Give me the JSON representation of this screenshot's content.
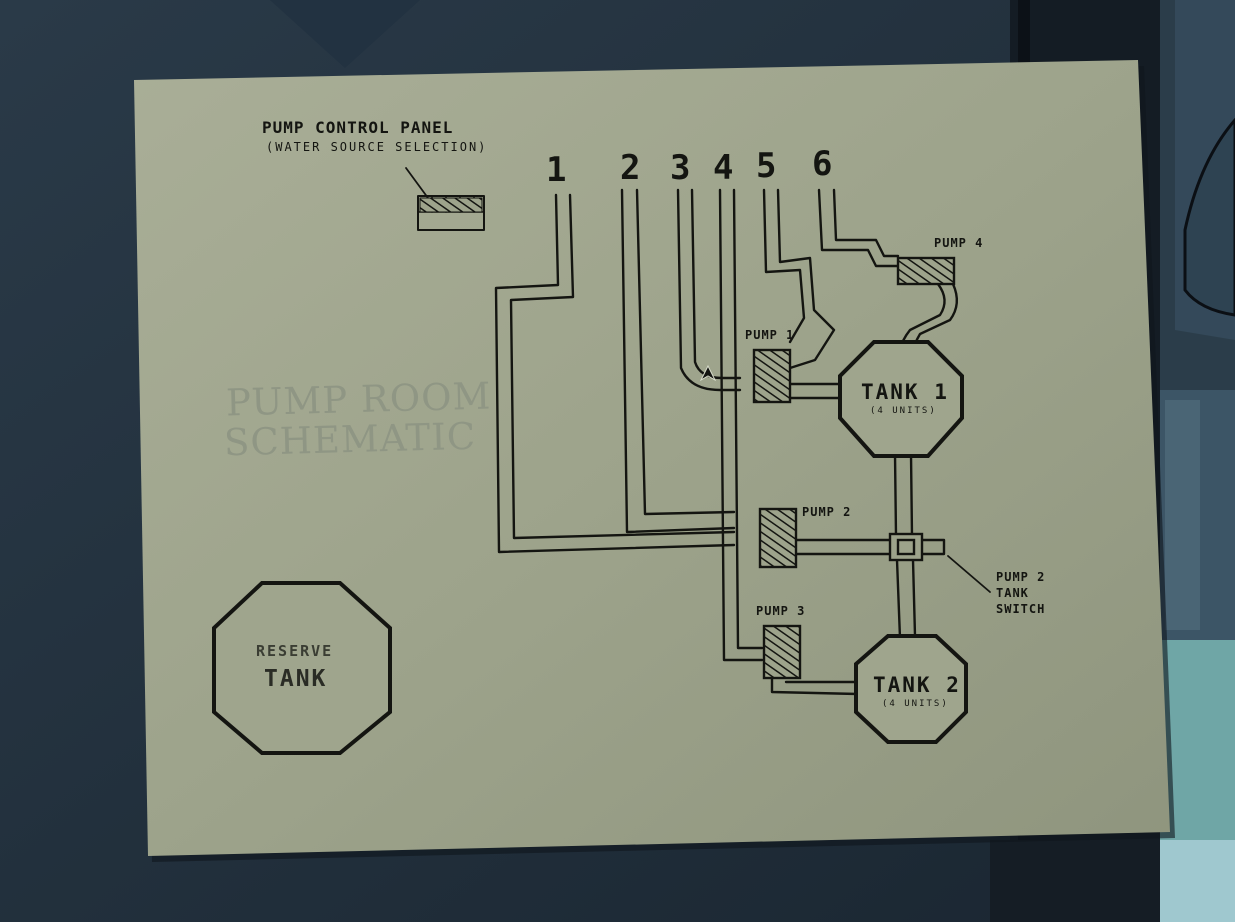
{
  "panel": {
    "title": "PUMP CONTROL PANEL",
    "subtitle": "(WATER SOURCE SELECTION)"
  },
  "schematic_title": {
    "line1": "PUMP ROOM",
    "line2": "SCHEMATIC"
  },
  "pipe_numbers": [
    "1",
    "2",
    "3",
    "4",
    "5",
    "6"
  ],
  "pumps": {
    "pump1": "PUMP 1",
    "pump2": "PUMP 2",
    "pump3": "PUMP 3",
    "pump4": "PUMP 4"
  },
  "tanks": {
    "tank1": {
      "name": "TANK 1",
      "capacity": "(4 UNITS)"
    },
    "tank2": {
      "name": "TANK 2",
      "capacity": "(4 UNITS)"
    },
    "reserve": {
      "line1": "RESERVE",
      "line2": "TANK"
    }
  },
  "switch": {
    "line1": "PUMP 2",
    "line2": "TANK",
    "line3": "SWITCH"
  },
  "colors": {
    "paper": "#b9bea8",
    "ink": "#141511",
    "background": "#1f2e3b"
  }
}
